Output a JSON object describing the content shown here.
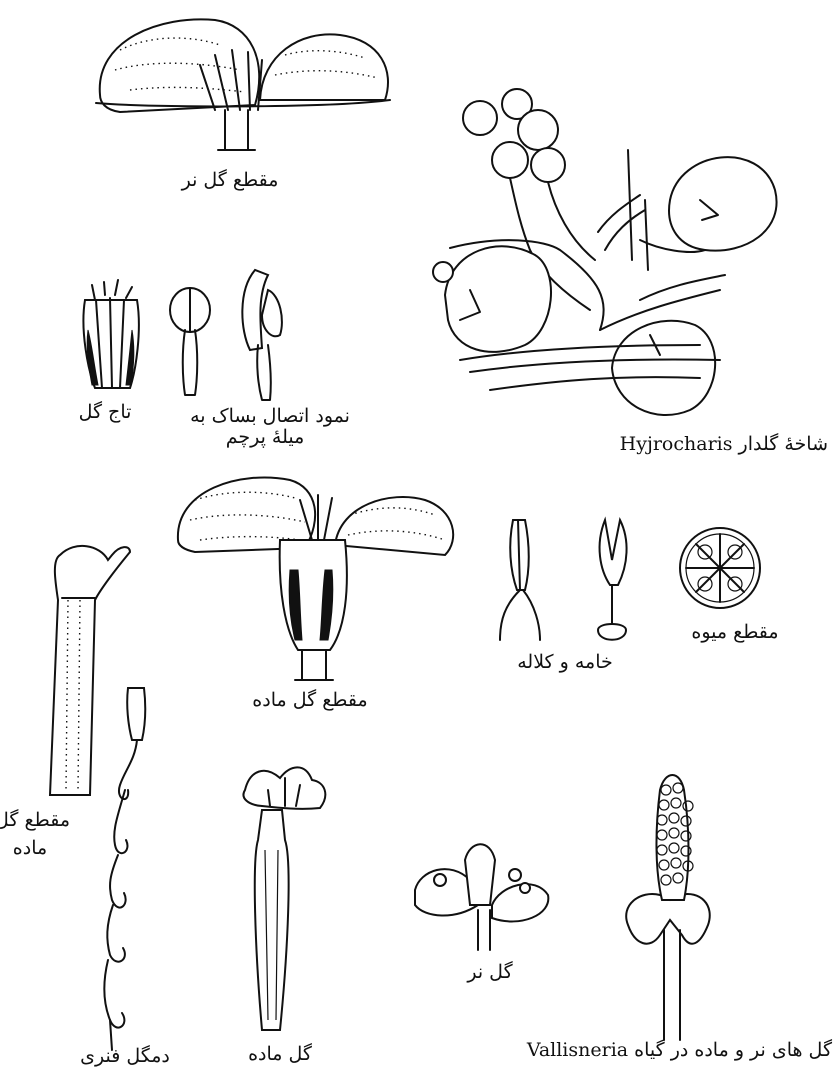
{
  "labels": {
    "male_section": "مقطع گل نر",
    "plant_shoot_prefix": "شاخهٔ گلدار",
    "plant_shoot_genus": "Hyjrocharis",
    "corolla": "تاج گل",
    "anther_line1": "نمود اتصال بساک به",
    "anther_line2": "میلهٔ پرچم",
    "female_section": "مقطع گل ماده",
    "style_stigma": "خامه و کلاله",
    "fruit_section": "مقطع میوه",
    "female_section_line1": "مقطع گل",
    "female_section_line2": "ماده",
    "coiled_peduncle": "دمگل فنری",
    "female_flower": "گل ماده",
    "male_flower": "گل نر",
    "vallisneria_prefix": "گل های نر و ماده در گیاه",
    "vallisneria_genus": "Vallisneria"
  }
}
